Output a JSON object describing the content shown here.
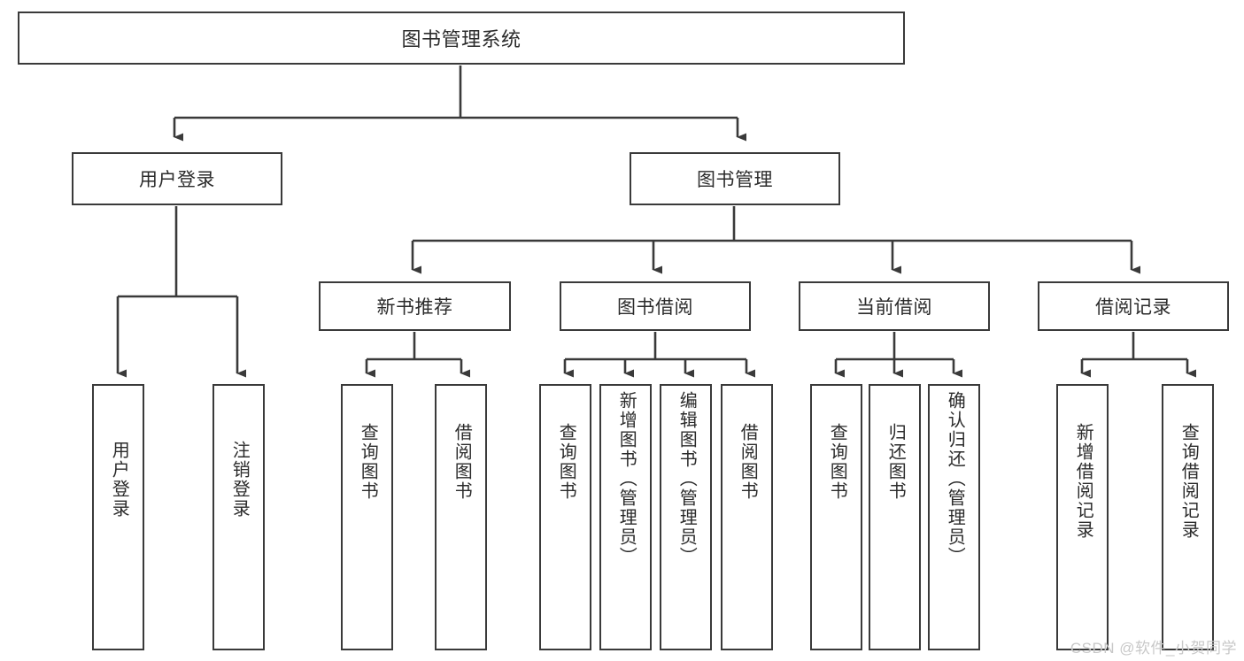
{
  "diagram": {
    "type": "tree-hierarchy",
    "title": "图书管理系统",
    "root": {
      "id": "root",
      "label": "图书管理系统",
      "orientation": "horizontal"
    },
    "level1": [
      {
        "id": "user-login",
        "label": "用户登录",
        "orientation": "horizontal"
      },
      {
        "id": "book-management",
        "label": "图书管理",
        "orientation": "horizontal"
      }
    ],
    "level2": [
      {
        "id": "new-book-recommend",
        "label": "新书推荐",
        "parent": "book-management",
        "orientation": "horizontal"
      },
      {
        "id": "book-borrow",
        "label": "图书借阅",
        "parent": "book-management",
        "orientation": "horizontal"
      },
      {
        "id": "current-borrow",
        "label": "当前借阅",
        "parent": "book-management",
        "orientation": "horizontal"
      },
      {
        "id": "borrow-record",
        "label": "借阅记录",
        "parent": "book-management",
        "orientation": "horizontal"
      }
    ],
    "leaves": [
      {
        "id": "leaf-user-login",
        "label": "用户登录",
        "parent": "user-login",
        "orientation": "vertical"
      },
      {
        "id": "leaf-user-logout",
        "label": "注销登录",
        "parent": "user-login",
        "orientation": "vertical"
      },
      {
        "id": "leaf-query-book-1",
        "label": "查询图书",
        "parent": "new-book-recommend",
        "orientation": "vertical"
      },
      {
        "id": "leaf-borrow-book-1",
        "label": "借阅图书",
        "parent": "new-book-recommend",
        "orientation": "vertical"
      },
      {
        "id": "leaf-query-book-2",
        "label": "查询图书",
        "parent": "book-borrow",
        "orientation": "vertical"
      },
      {
        "id": "leaf-add-book",
        "label": "新增图书（管理员）",
        "parent": "book-borrow",
        "orientation": "vertical"
      },
      {
        "id": "leaf-edit-book",
        "label": "编辑图书（管理员）",
        "parent": "book-borrow",
        "orientation": "vertical"
      },
      {
        "id": "leaf-borrow-book-2",
        "label": "借阅图书",
        "parent": "book-borrow",
        "orientation": "vertical"
      },
      {
        "id": "leaf-query-book-3",
        "label": "查询图书",
        "parent": "current-borrow",
        "orientation": "vertical"
      },
      {
        "id": "leaf-return-book",
        "label": "归还图书",
        "parent": "current-borrow",
        "orientation": "vertical"
      },
      {
        "id": "leaf-confirm-return",
        "label": "确认归还（管理员）",
        "parent": "current-borrow",
        "orientation": "vertical"
      },
      {
        "id": "leaf-add-record",
        "label": "新增借阅记录",
        "parent": "borrow-record",
        "orientation": "vertical"
      },
      {
        "id": "leaf-query-record",
        "label": "查询借阅记录",
        "parent": "borrow-record",
        "orientation": "vertical"
      }
    ],
    "colors": {
      "background": "#ffffff",
      "node_fill": "#ffffff",
      "node_border": "#3a3a3a",
      "connector": "#3a3a3a",
      "text": "#2b2b2b",
      "watermark": "#c8c8c8"
    }
  },
  "watermark": {
    "text": "CSDN @软件_小贺同学"
  }
}
